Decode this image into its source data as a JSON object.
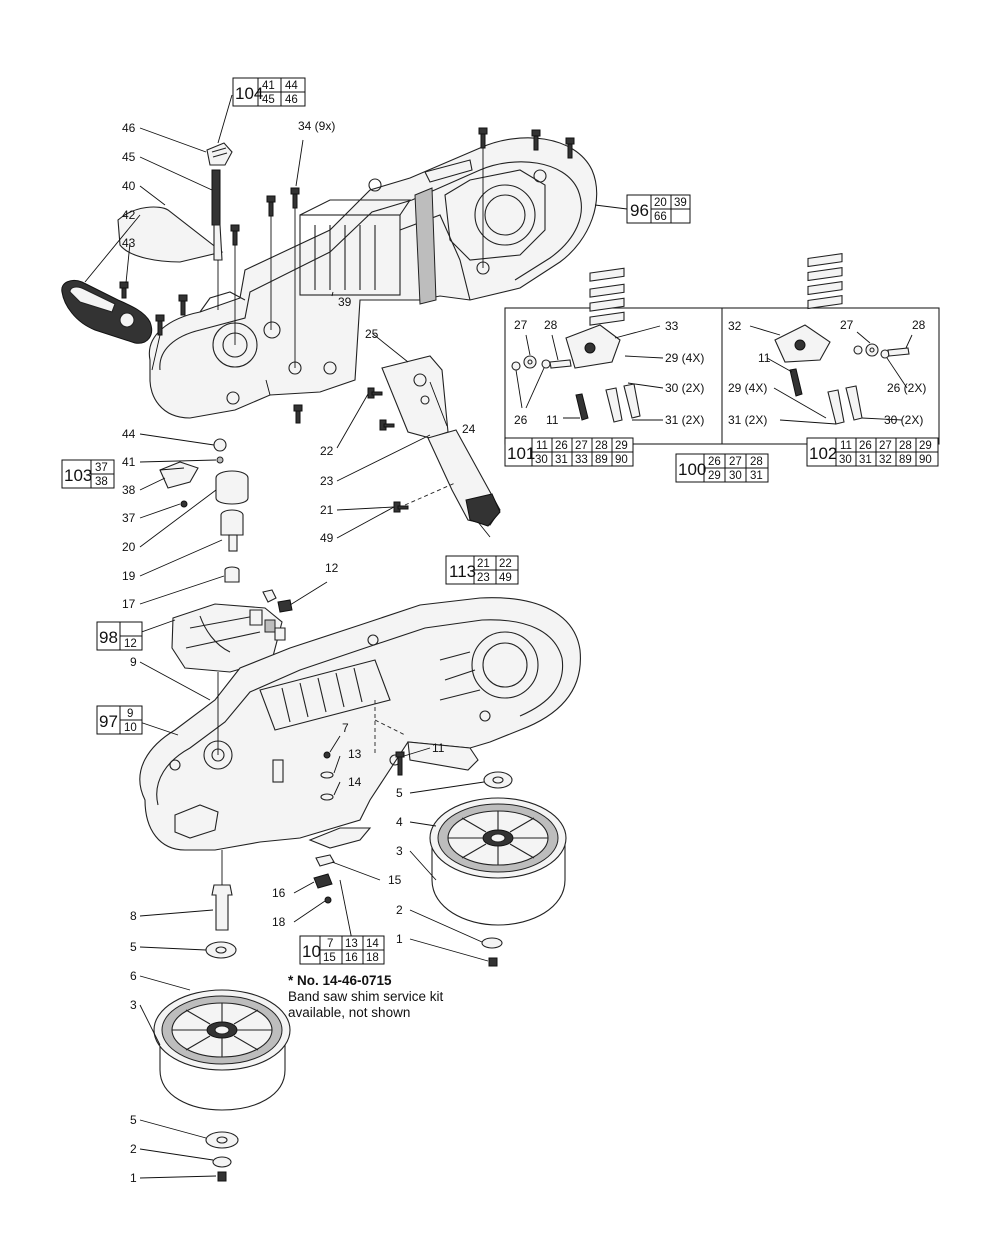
{
  "callouts": [
    {
      "id": "46",
      "label": "46"
    },
    {
      "id": "45",
      "label": "45"
    },
    {
      "id": "40",
      "label": "40"
    },
    {
      "id": "42",
      "label": "42"
    },
    {
      "id": "43",
      "label": "43"
    },
    {
      "id": "34",
      "label": "34 (9x)"
    },
    {
      "id": "39",
      "label": "39"
    },
    {
      "id": "25",
      "label": "25"
    },
    {
      "id": "22",
      "label": "22"
    },
    {
      "id": "24",
      "label": "24"
    },
    {
      "id": "23",
      "label": "23"
    },
    {
      "id": "21",
      "label": "21"
    },
    {
      "id": "49",
      "label": "49"
    },
    {
      "id": "44",
      "label": "44"
    },
    {
      "id": "41",
      "label": "41"
    },
    {
      "id": "38",
      "label": "38"
    },
    {
      "id": "37",
      "label": "37"
    },
    {
      "id": "20",
      "label": "20"
    },
    {
      "id": "19",
      "label": "19"
    },
    {
      "id": "17",
      "label": "17"
    },
    {
      "id": "12",
      "label": "12"
    },
    {
      "id": "9",
      "label": "9"
    },
    {
      "id": "7",
      "label": "7"
    },
    {
      "id": "13",
      "label": "13"
    },
    {
      "id": "14",
      "label": "14"
    },
    {
      "id": "11b",
      "label": "11"
    },
    {
      "id": "5a",
      "label": "5"
    },
    {
      "id": "4",
      "label": "4"
    },
    {
      "id": "3a",
      "label": "3"
    },
    {
      "id": "15",
      "label": "15"
    },
    {
      "id": "16",
      "label": "16"
    },
    {
      "id": "18",
      "label": "18"
    },
    {
      "id": "2a",
      "label": "2"
    },
    {
      "id": "1a",
      "label": "1"
    },
    {
      "id": "8",
      "label": "8"
    },
    {
      "id": "5b",
      "label": "5"
    },
    {
      "id": "6",
      "label": "6"
    },
    {
      "id": "3b",
      "label": "3"
    },
    {
      "id": "5c",
      "label": "5"
    },
    {
      "id": "2b",
      "label": "2"
    },
    {
      "id": "1b",
      "label": "1"
    },
    {
      "id": "i27a",
      "label": "27"
    },
    {
      "id": "i28a",
      "label": "28"
    },
    {
      "id": "i33",
      "label": "33"
    },
    {
      "id": "i29a",
      "label": "29 (4X)"
    },
    {
      "id": "i30a",
      "label": "30 (2X)"
    },
    {
      "id": "i31a",
      "label": "31 (2X)"
    },
    {
      "id": "i26a",
      "label": "26"
    },
    {
      "id": "i11a",
      "label": "11"
    },
    {
      "id": "i32",
      "label": "32"
    },
    {
      "id": "i27b",
      "label": "27"
    },
    {
      "id": "i28b",
      "label": "28"
    },
    {
      "id": "i11b",
      "label": "11"
    },
    {
      "id": "i29b",
      "label": "29 (4X)"
    },
    {
      "id": "i26b",
      "label": "26 (2X)"
    },
    {
      "id": "i31b",
      "label": "31 (2X)"
    },
    {
      "id": "i30b",
      "label": "30 (2X)"
    }
  ],
  "kits": [
    {
      "id": "k104",
      "main": "104",
      "cells": [
        "41",
        "44",
        "45",
        "46"
      ]
    },
    {
      "id": "k96",
      "main": "96",
      "cells": [
        "20",
        "39",
        "66",
        ""
      ]
    },
    {
      "id": "k103",
      "main": "103",
      "cells": [
        "37",
        "38"
      ]
    },
    {
      "id": "k113",
      "main": "113",
      "cells": [
        "21",
        "22",
        "23",
        "49"
      ]
    },
    {
      "id": "k98",
      "main": "98",
      "cells": [
        "12"
      ]
    },
    {
      "id": "k97",
      "main": "97",
      "cells": [
        "9",
        "10"
      ]
    },
    {
      "id": "k10",
      "main": "10",
      "cells": [
        "7",
        "13",
        "14",
        "15",
        "16",
        "18"
      ]
    },
    {
      "id": "k101",
      "main": "101",
      "cells": [
        "11",
        "26",
        "27",
        "28",
        "29",
        "30",
        "31",
        "33",
        "89",
        "90"
      ]
    },
    {
      "id": "k100",
      "main": "100",
      "cells": [
        "26",
        "27",
        "28",
        "29",
        "30",
        "31"
      ]
    },
    {
      "id": "k102",
      "main": "102",
      "cells": [
        "11",
        "26",
        "27",
        "28",
        "29",
        "30",
        "31",
        "32",
        "89",
        "90"
      ]
    }
  ],
  "note": {
    "heading": "* No. 14-46-0715",
    "line1": "Band saw shim service kit",
    "line2": "available, not shown"
  }
}
